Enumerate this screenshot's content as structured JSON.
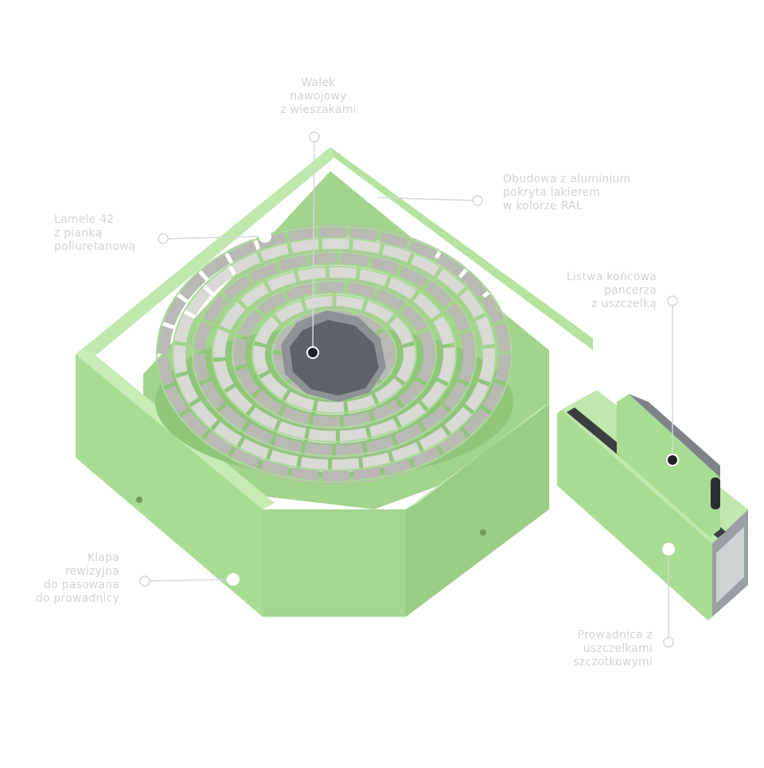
{
  "colors": {
    "housing": "#a8dc93",
    "housing_light": "#bfe8ac",
    "housing_dark": "#8fc67a",
    "slat": "#d9d9d6",
    "slat_dark": "#b9b9b4",
    "tube": "#6f7477",
    "guide_metal": "#9aa0a2",
    "label_text": "#d2d2d2",
    "leader_line": "#d6d6d6"
  },
  "callouts": {
    "roller": {
      "icon": "pointer-dot",
      "lines": [
        "Wałek",
        "nawojowy",
        "z wieszakami"
      ]
    },
    "housing": {
      "icon": "pointer-dot",
      "lines": [
        "Obudowa z aluminium",
        "pokryta lakierem",
        "w kolorze RAL"
      ]
    },
    "slats": {
      "icon": "pointer-dot",
      "lines": [
        "Lamele 42",
        "z pianką",
        "poliuretanową"
      ]
    },
    "end_bar": {
      "icon": "pointer-dot",
      "lines": [
        "Listwa końcowa",
        "pancerza",
        "z uszczelką"
      ]
    },
    "flap": {
      "icon": "pointer-dot",
      "lines": [
        "Klapa",
        "rewizyjna",
        "do pasowana",
        "do prowadnicy"
      ]
    },
    "guide": {
      "icon": "pointer-dot",
      "lines": [
        "Prowadnica z",
        "uszczelkami",
        "szczotkowymi"
      ]
    }
  }
}
